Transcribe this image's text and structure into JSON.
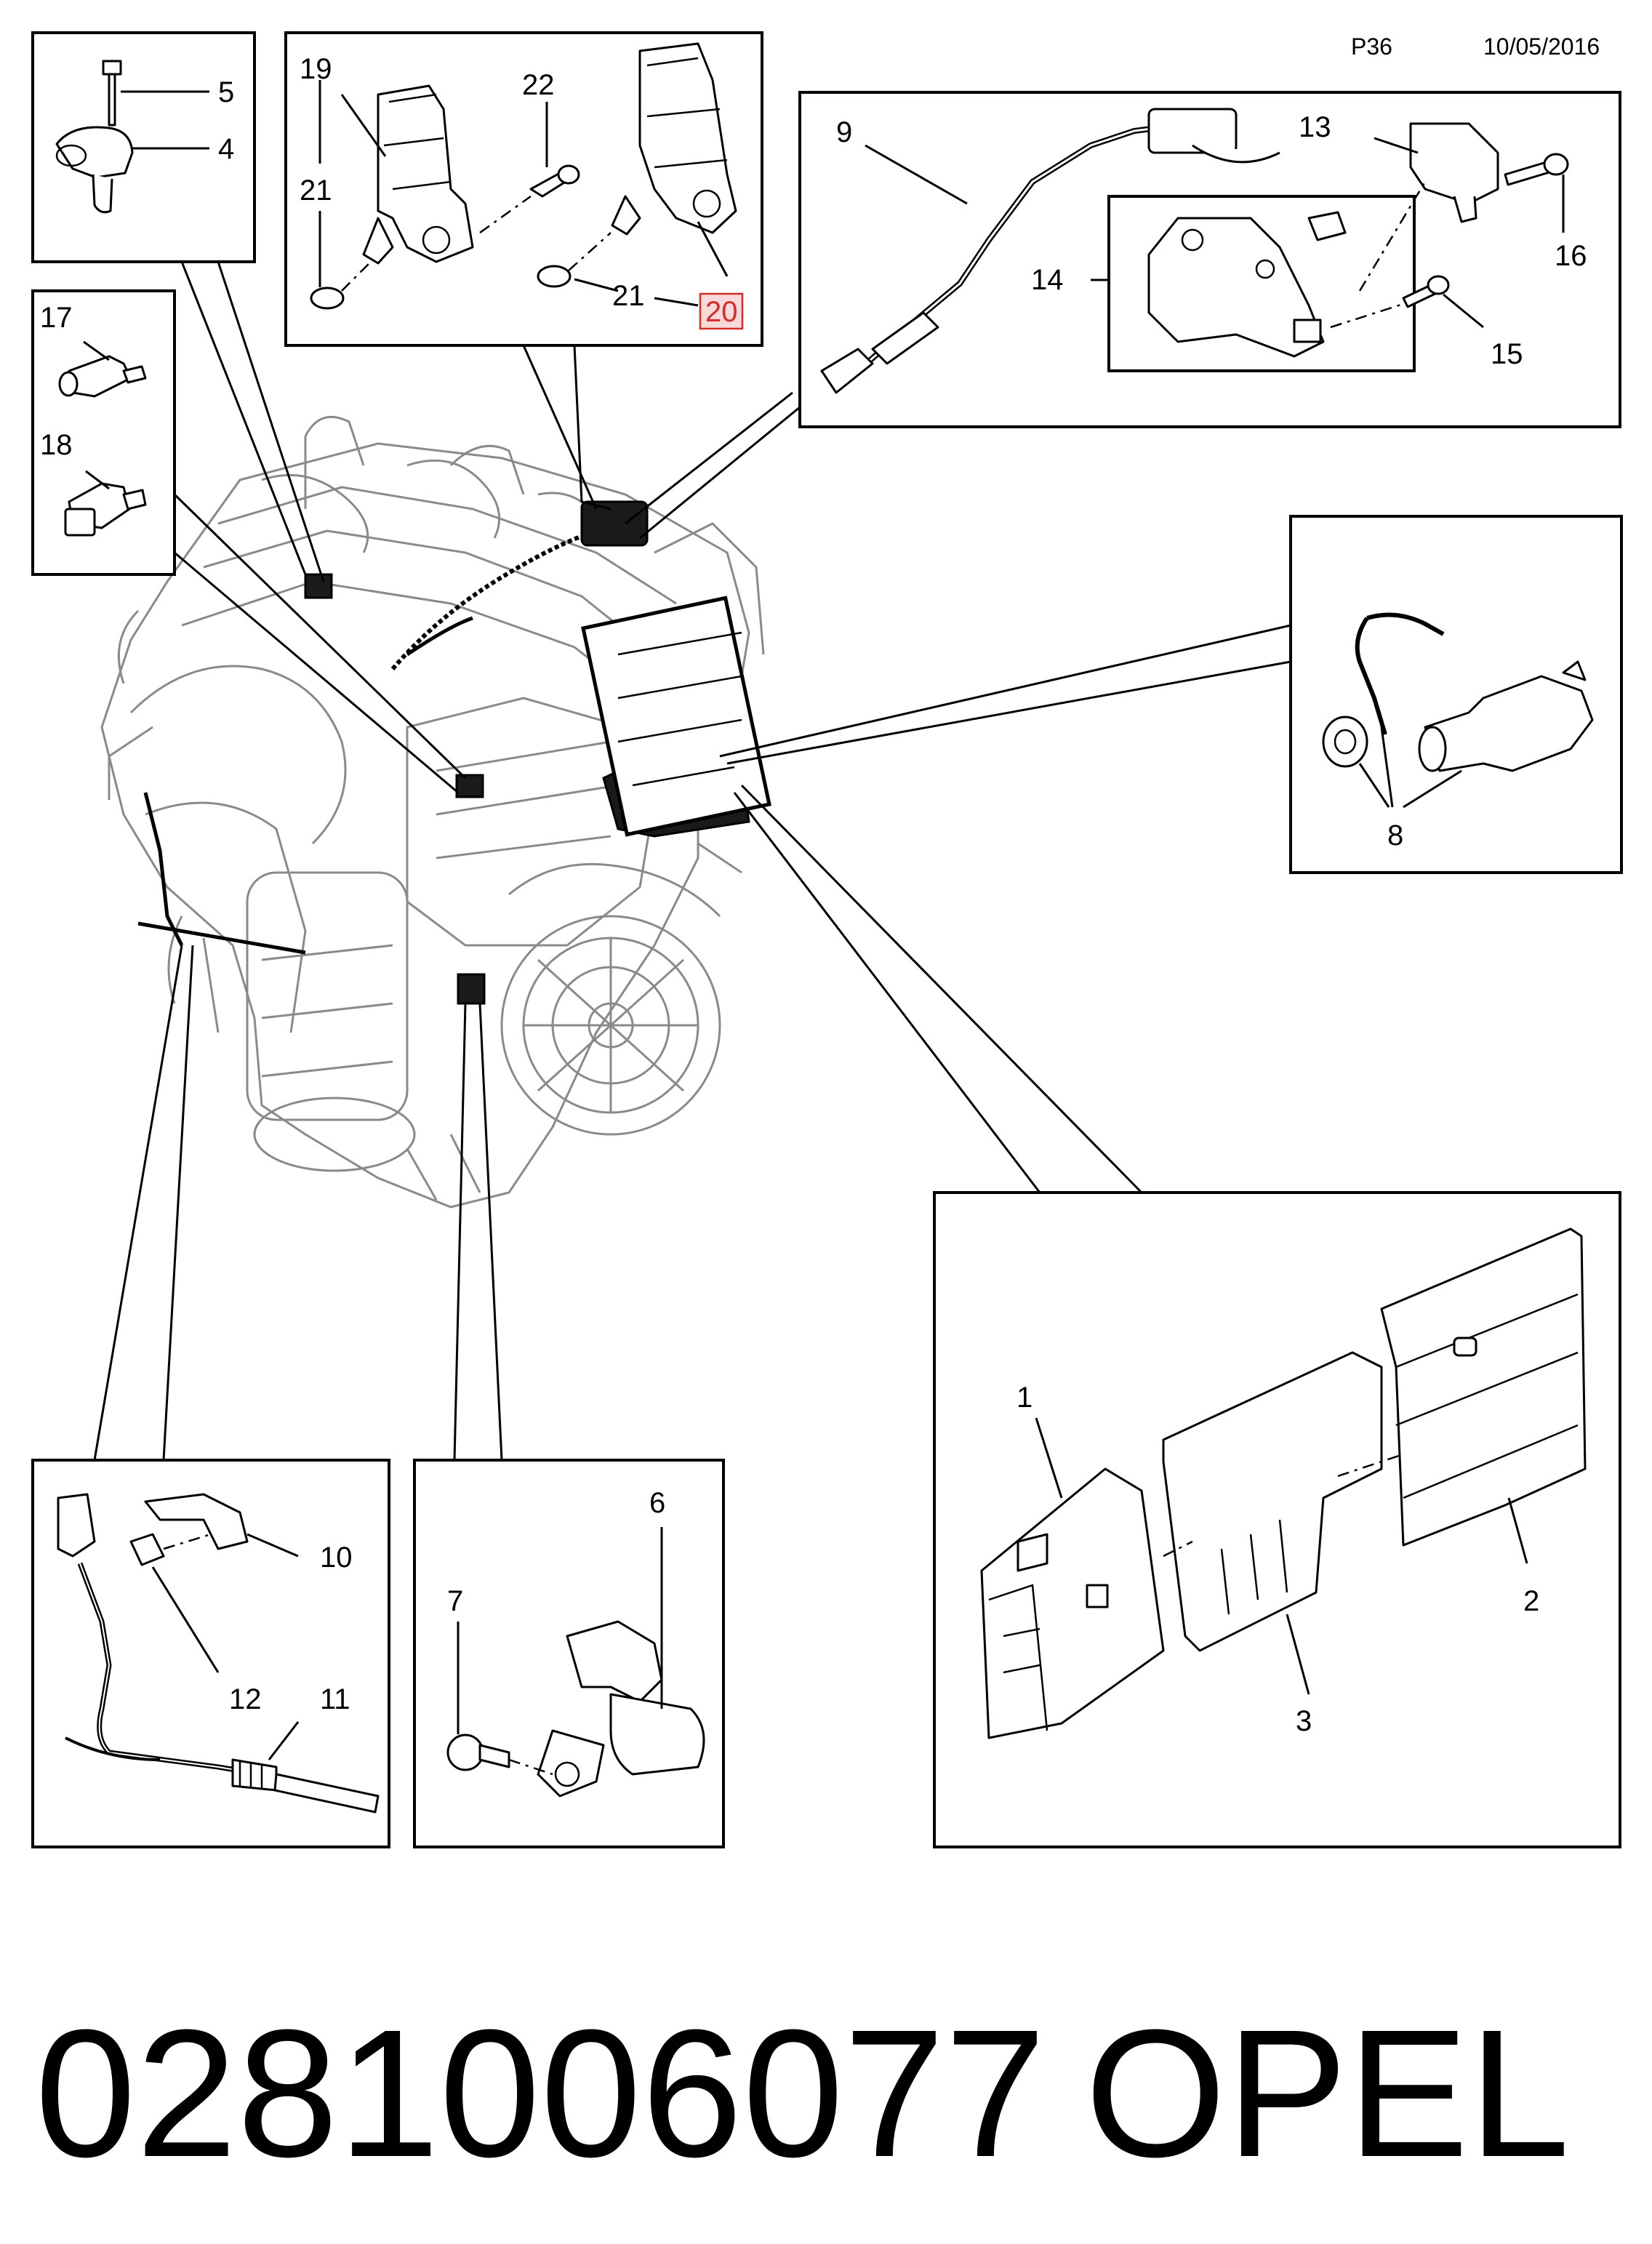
{
  "header": {
    "page_code": "P36",
    "date": "10/05/2016"
  },
  "caption": {
    "part_number": "0281006077",
    "brand": "OPEL"
  },
  "callouts": {
    "c1": "1",
    "c2": "2",
    "c3": "3",
    "c4": "4",
    "c5": "5",
    "c6": "6",
    "c7": "7",
    "c8": "8",
    "c9": "9",
    "c10": "10",
    "c11": "11",
    "c12": "12",
    "c13": "13",
    "c14": "14",
    "c15": "15",
    "c16": "16",
    "c17": "17",
    "c18": "18",
    "c19": "19",
    "c20": "20",
    "c21a": "21",
    "c21b": "21",
    "c22": "22"
  },
  "highlight": {
    "color": "#d42b2b",
    "callout": "20"
  }
}
